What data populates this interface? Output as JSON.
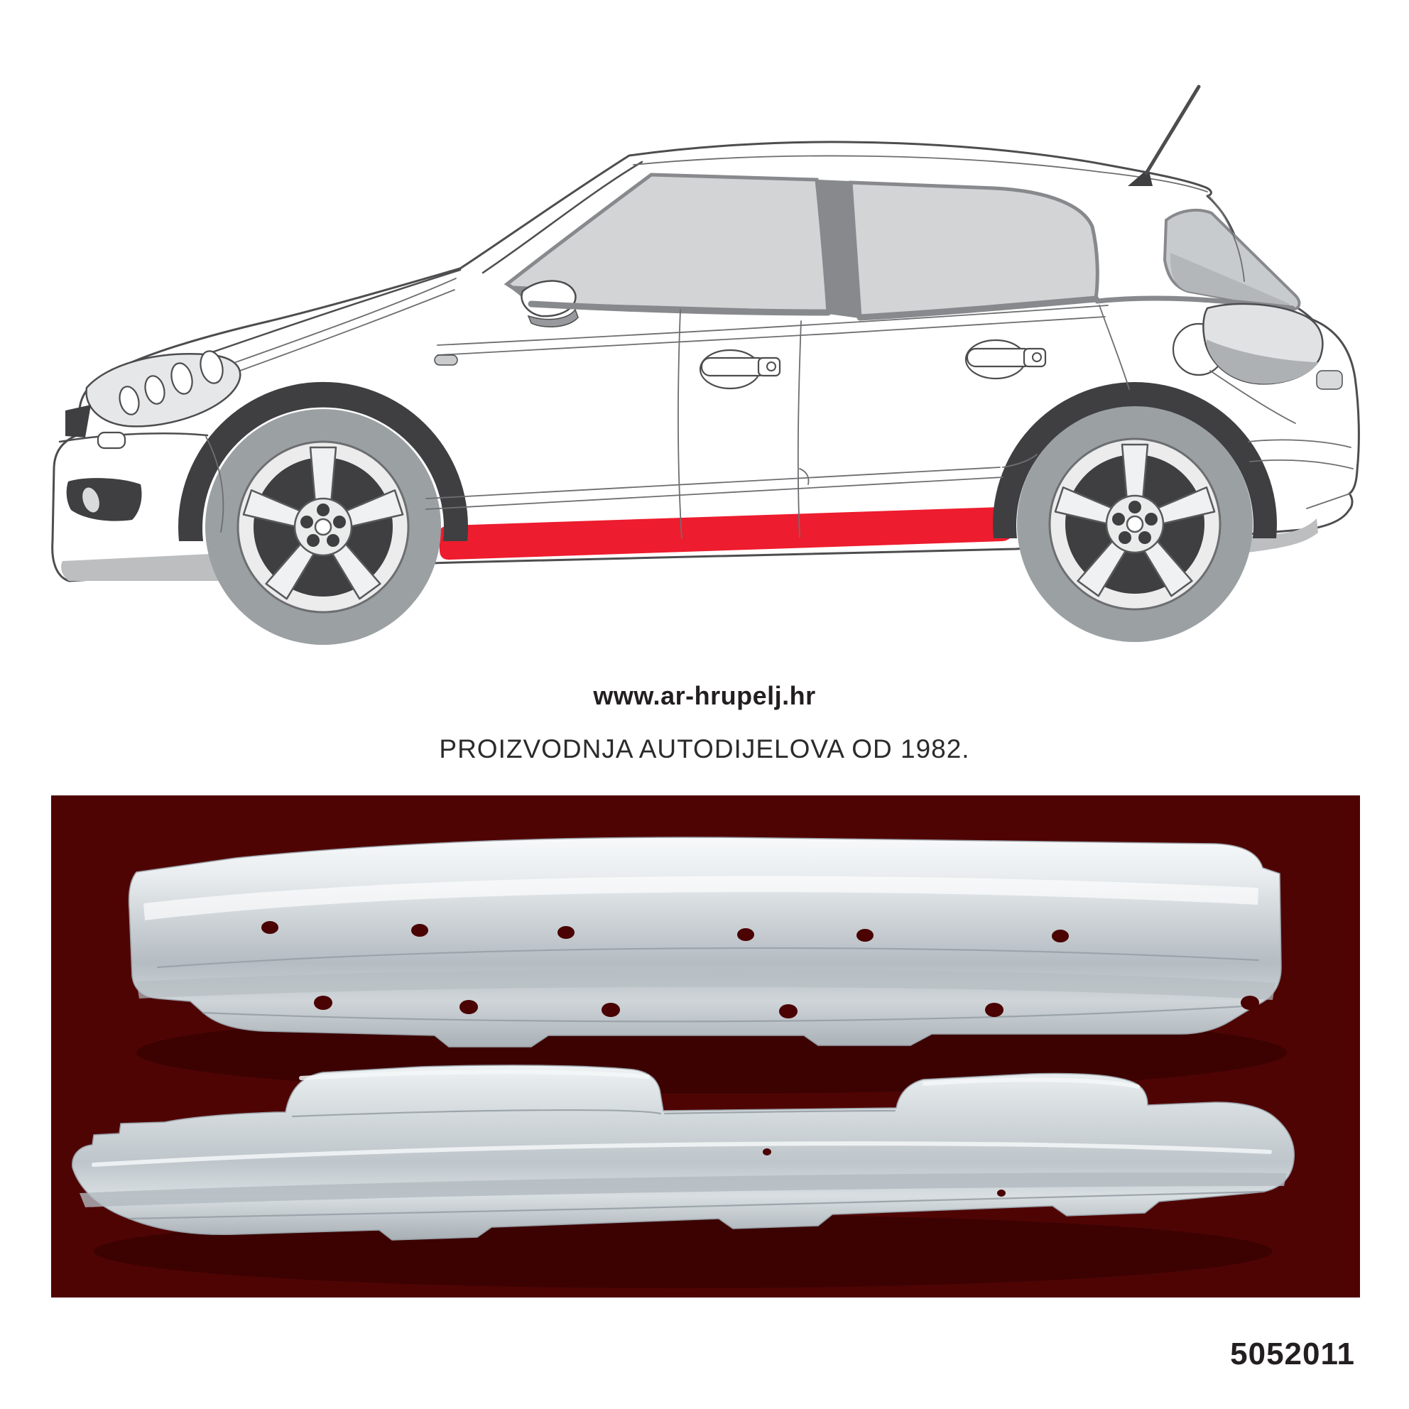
{
  "branding": {
    "website": "www.ar-hrupelj.hr",
    "tagline": "PROIZVODNJA AUTODIJELOVA OD 1982."
  },
  "product": {
    "part_number": "5052011"
  },
  "colors": {
    "highlight_red": "#ed1c2e",
    "photo_background": "#4f0404",
    "shadow_maroon": "#2e0101",
    "outline_gray": "#4d4d4f",
    "glass_gray": "#d2d4d5",
    "trim_gray": "#87898c",
    "dark_gray": "#3f3f41",
    "tire_gray": "#9ba0a3",
    "body_gray": "#bcbec0",
    "silver_light": "#f4f7f8",
    "silver_dark": "#a8afb5",
    "text_color": "#231f20"
  }
}
